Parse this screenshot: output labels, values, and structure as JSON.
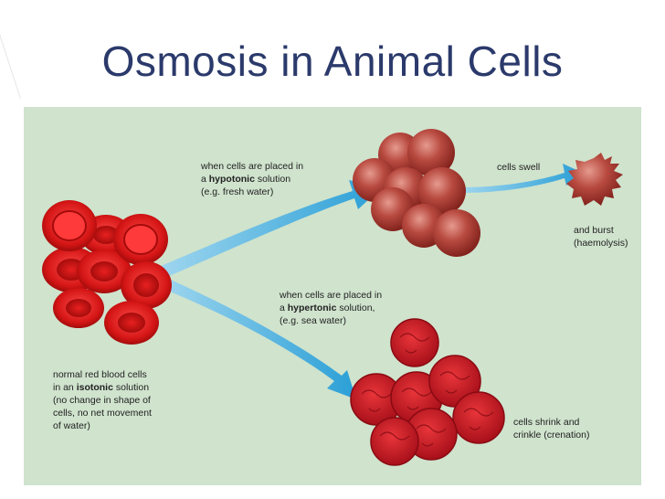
{
  "title": "Osmosis in Animal Cells",
  "labels": {
    "isotonic": {
      "line1": "normal red blood cells",
      "line2_pre": "in an ",
      "line2_bold": "isotonic",
      "line2_post": " solution",
      "line3": "(no change in shape of",
      "line4": "cells, no net movement",
      "line5": "of water)"
    },
    "hypotonic": {
      "line1": "when cells are placed in",
      "line2_pre": "a ",
      "line2_bold": "hypotonic",
      "line2_post": " solution",
      "line3": "(e.g. fresh water)"
    },
    "hypertonic": {
      "line1": "when cells are placed in",
      "line2_pre": "a ",
      "line2_bold": "hypertonic",
      "line2_post": " solution,",
      "line3": "(e.g. sea water)"
    },
    "swell": "cells swell",
    "burst_line1": "and burst",
    "burst_line2": "(haemolysis)",
    "shrink_line1": "cells shrink and",
    "shrink_line2": "crinkle (crenation)"
  },
  "colors": {
    "title": "#2b3a6b",
    "panel_bg": "#cfe3cd",
    "arrow": "#3aa9dc",
    "cell_red": "#c81414",
    "swollen_cell": "#b5413a",
    "crenated_cell": "#c4161b"
  }
}
